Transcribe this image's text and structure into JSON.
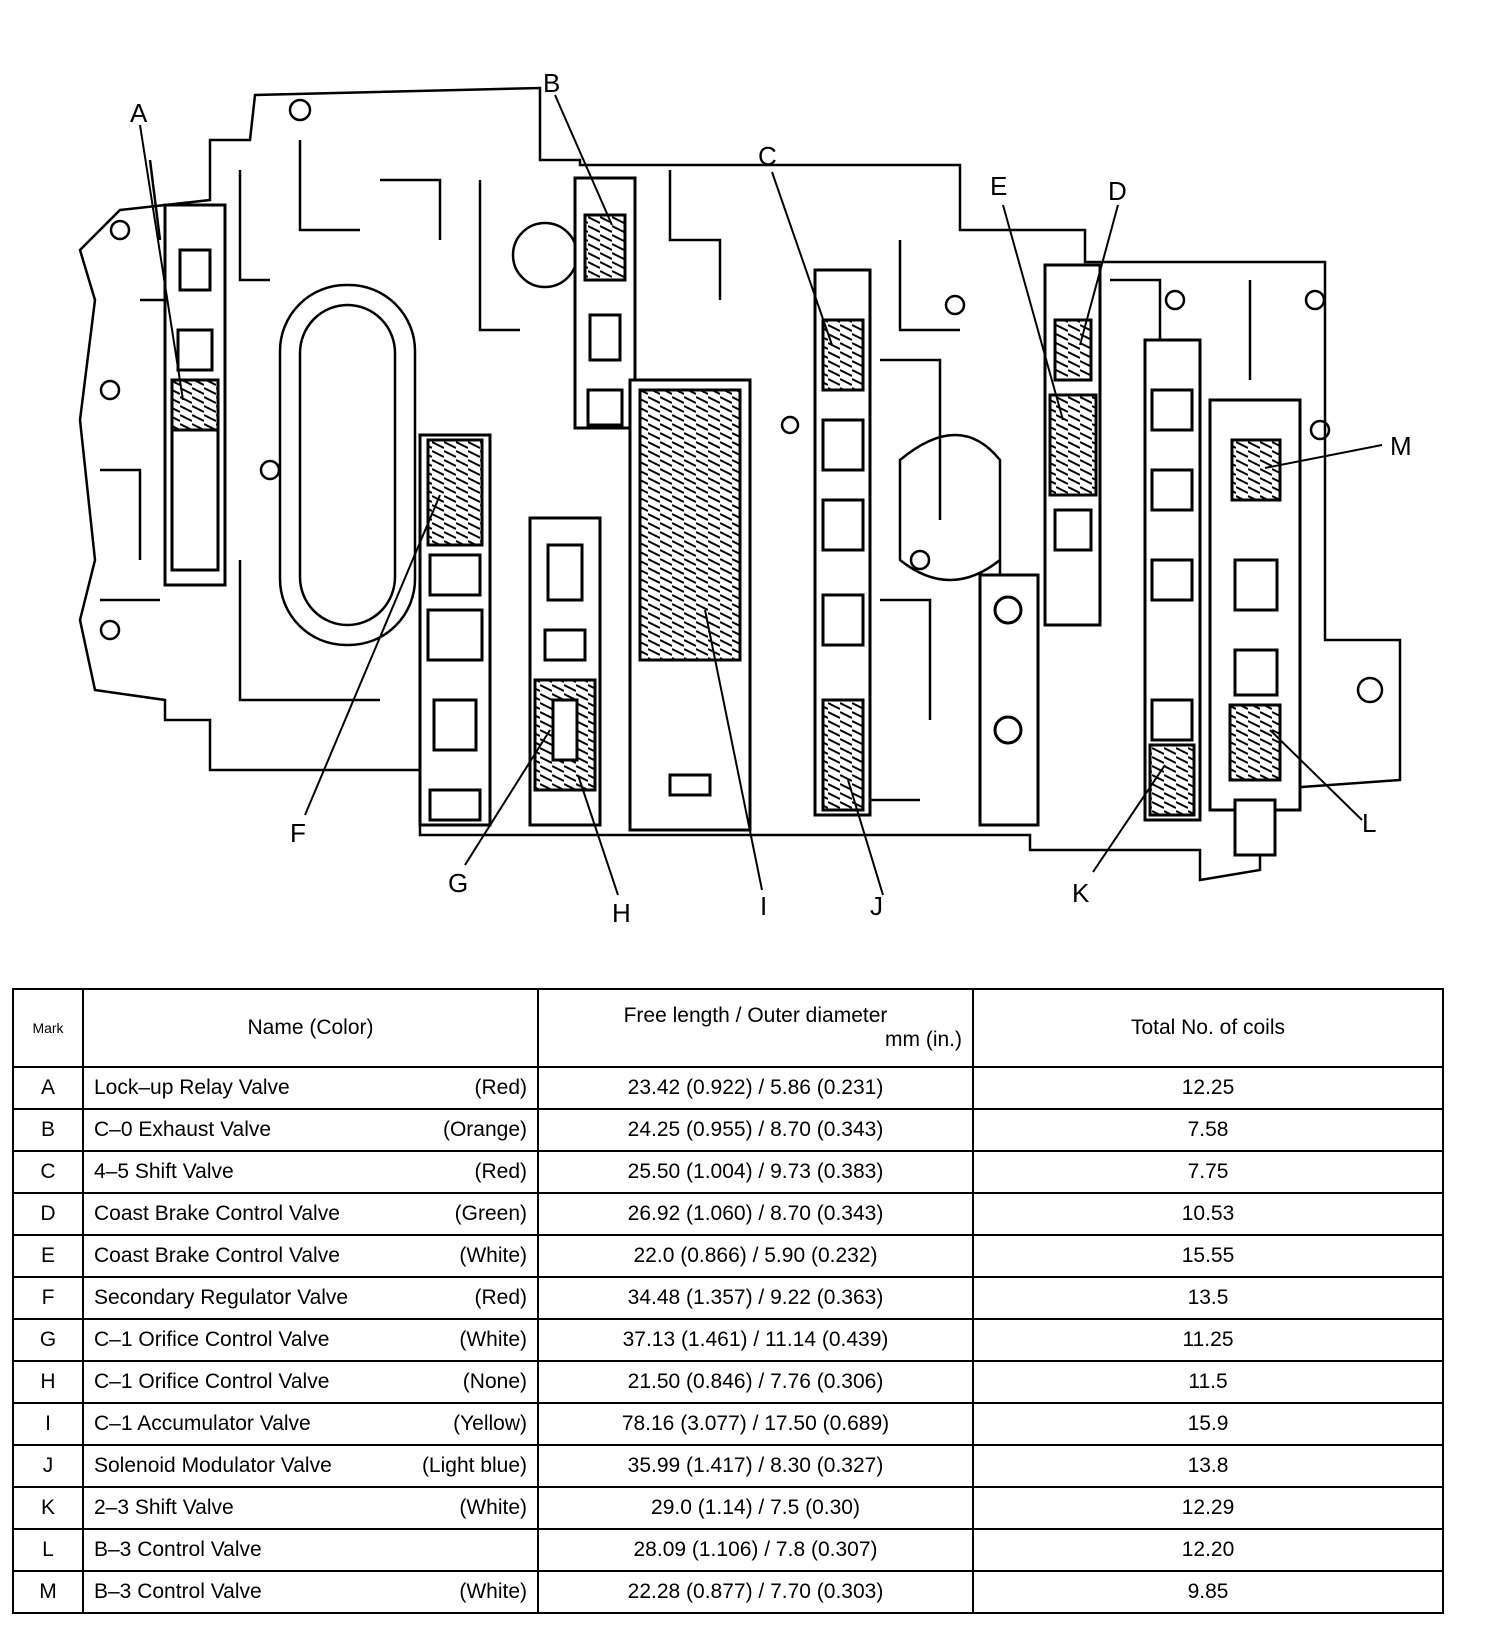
{
  "diagram": {
    "labels": [
      "A",
      "B",
      "C",
      "D",
      "E",
      "F",
      "G",
      "H",
      "I",
      "J",
      "K",
      "L",
      "M"
    ]
  },
  "table": {
    "headers": {
      "mark": "Mark",
      "name": "Name (Color)",
      "length_line1": "Free length / Outer diameter",
      "length_line2": "mm (in.)",
      "coils": "Total No. of coils"
    },
    "rows": [
      {
        "mark": "A",
        "name": "Lock–up Relay Valve",
        "color": "(Red)",
        "length": "23.42 (0.922) / 5.86 (0.231)",
        "coils": "12.25"
      },
      {
        "mark": "B",
        "name": "C–0 Exhaust Valve",
        "color": "(Orange)",
        "length": "24.25 (0.955) / 8.70 (0.343)",
        "coils": "7.58"
      },
      {
        "mark": "C",
        "name": "4–5 Shift Valve",
        "color": "(Red)",
        "length": "25.50 (1.004) / 9.73 (0.383)",
        "coils": "7.75"
      },
      {
        "mark": "D",
        "name": "Coast Brake Control Valve",
        "color": "(Green)",
        "length": "26.92 (1.060) / 8.70 (0.343)",
        "coils": "10.53"
      },
      {
        "mark": "E",
        "name": "Coast Brake Control Valve",
        "color": "(White)",
        "length": "22.0 (0.866) / 5.90 (0.232)",
        "coils": "15.55"
      },
      {
        "mark": "F",
        "name": "Secondary Regulator Valve",
        "color": "(Red)",
        "length": "34.48 (1.357) / 9.22 (0.363)",
        "coils": "13.5"
      },
      {
        "mark": "G",
        "name": "C–1 Orifice Control Valve",
        "color": "(White)",
        "length": "37.13 (1.461) / 11.14 (0.439)",
        "coils": "11.25"
      },
      {
        "mark": "H",
        "name": "C–1 Orifice Control Valve",
        "color": "(None)",
        "length": "21.50 (0.846) / 7.76 (0.306)",
        "coils": "11.5"
      },
      {
        "mark": "I",
        "name": "C–1 Accumulator Valve",
        "color": "(Yellow)",
        "length": "78.16 (3.077) / 17.50 (0.689)",
        "coils": "15.9"
      },
      {
        "mark": "J",
        "name": "Solenoid Modulator Valve",
        "color": "(Light blue)",
        "length": "35.99 (1.417) / 8.30 (0.327)",
        "coils": "13.8"
      },
      {
        "mark": "K",
        "name": "2–3 Shift Valve",
        "color": "(White)",
        "length": "29.0 (1.14) / 7.5 (0.30)",
        "coils": "12.29"
      },
      {
        "mark": "L",
        "name": "B–3 Control Valve",
        "color": "",
        "length": "28.09 (1.106) / 7.8 (0.307)",
        "coils": "12.20"
      },
      {
        "mark": "M",
        "name": "B–3 Control Valve",
        "color": "(White)",
        "length": "22.28 (0.877) / 7.70 (0.303)",
        "coils": "9.85"
      }
    ]
  }
}
